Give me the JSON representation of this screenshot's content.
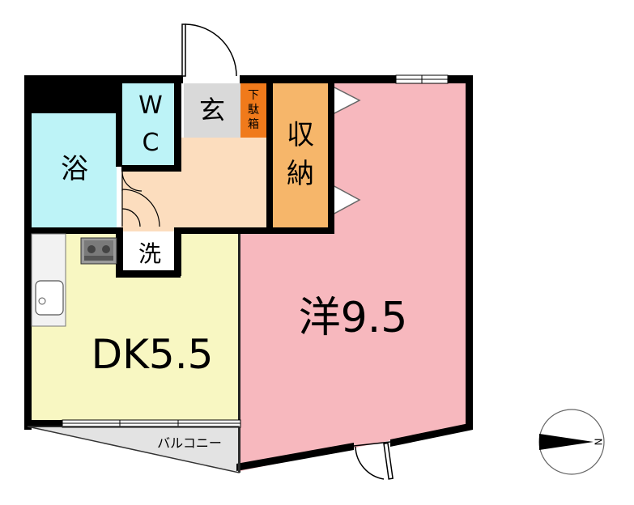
{
  "rooms": {
    "bath": "浴",
    "wc_top": "W",
    "wc_bottom": "C",
    "entrance": "玄",
    "shoe_box": [
      "下",
      "駄",
      "箱"
    ],
    "closet": [
      "収",
      "納"
    ],
    "laundry": "洗",
    "western_room": "洋9.5",
    "dining_kitchen": "DK5.5",
    "balcony": "バルコニー"
  },
  "compass": {
    "north_label": "N"
  },
  "colors": {
    "bath": "#BDF3F7",
    "wc": "#BDF3F7",
    "entrance": "#D9D9D9",
    "shoe_box": "#F07A1B",
    "closet": "#F6B66A",
    "hall": "#FCDDBE",
    "western_room": "#F7B8BE",
    "dining_kitchen": "#F8F7C2",
    "balcony": "#E3E3E3",
    "wall": "#000000"
  }
}
